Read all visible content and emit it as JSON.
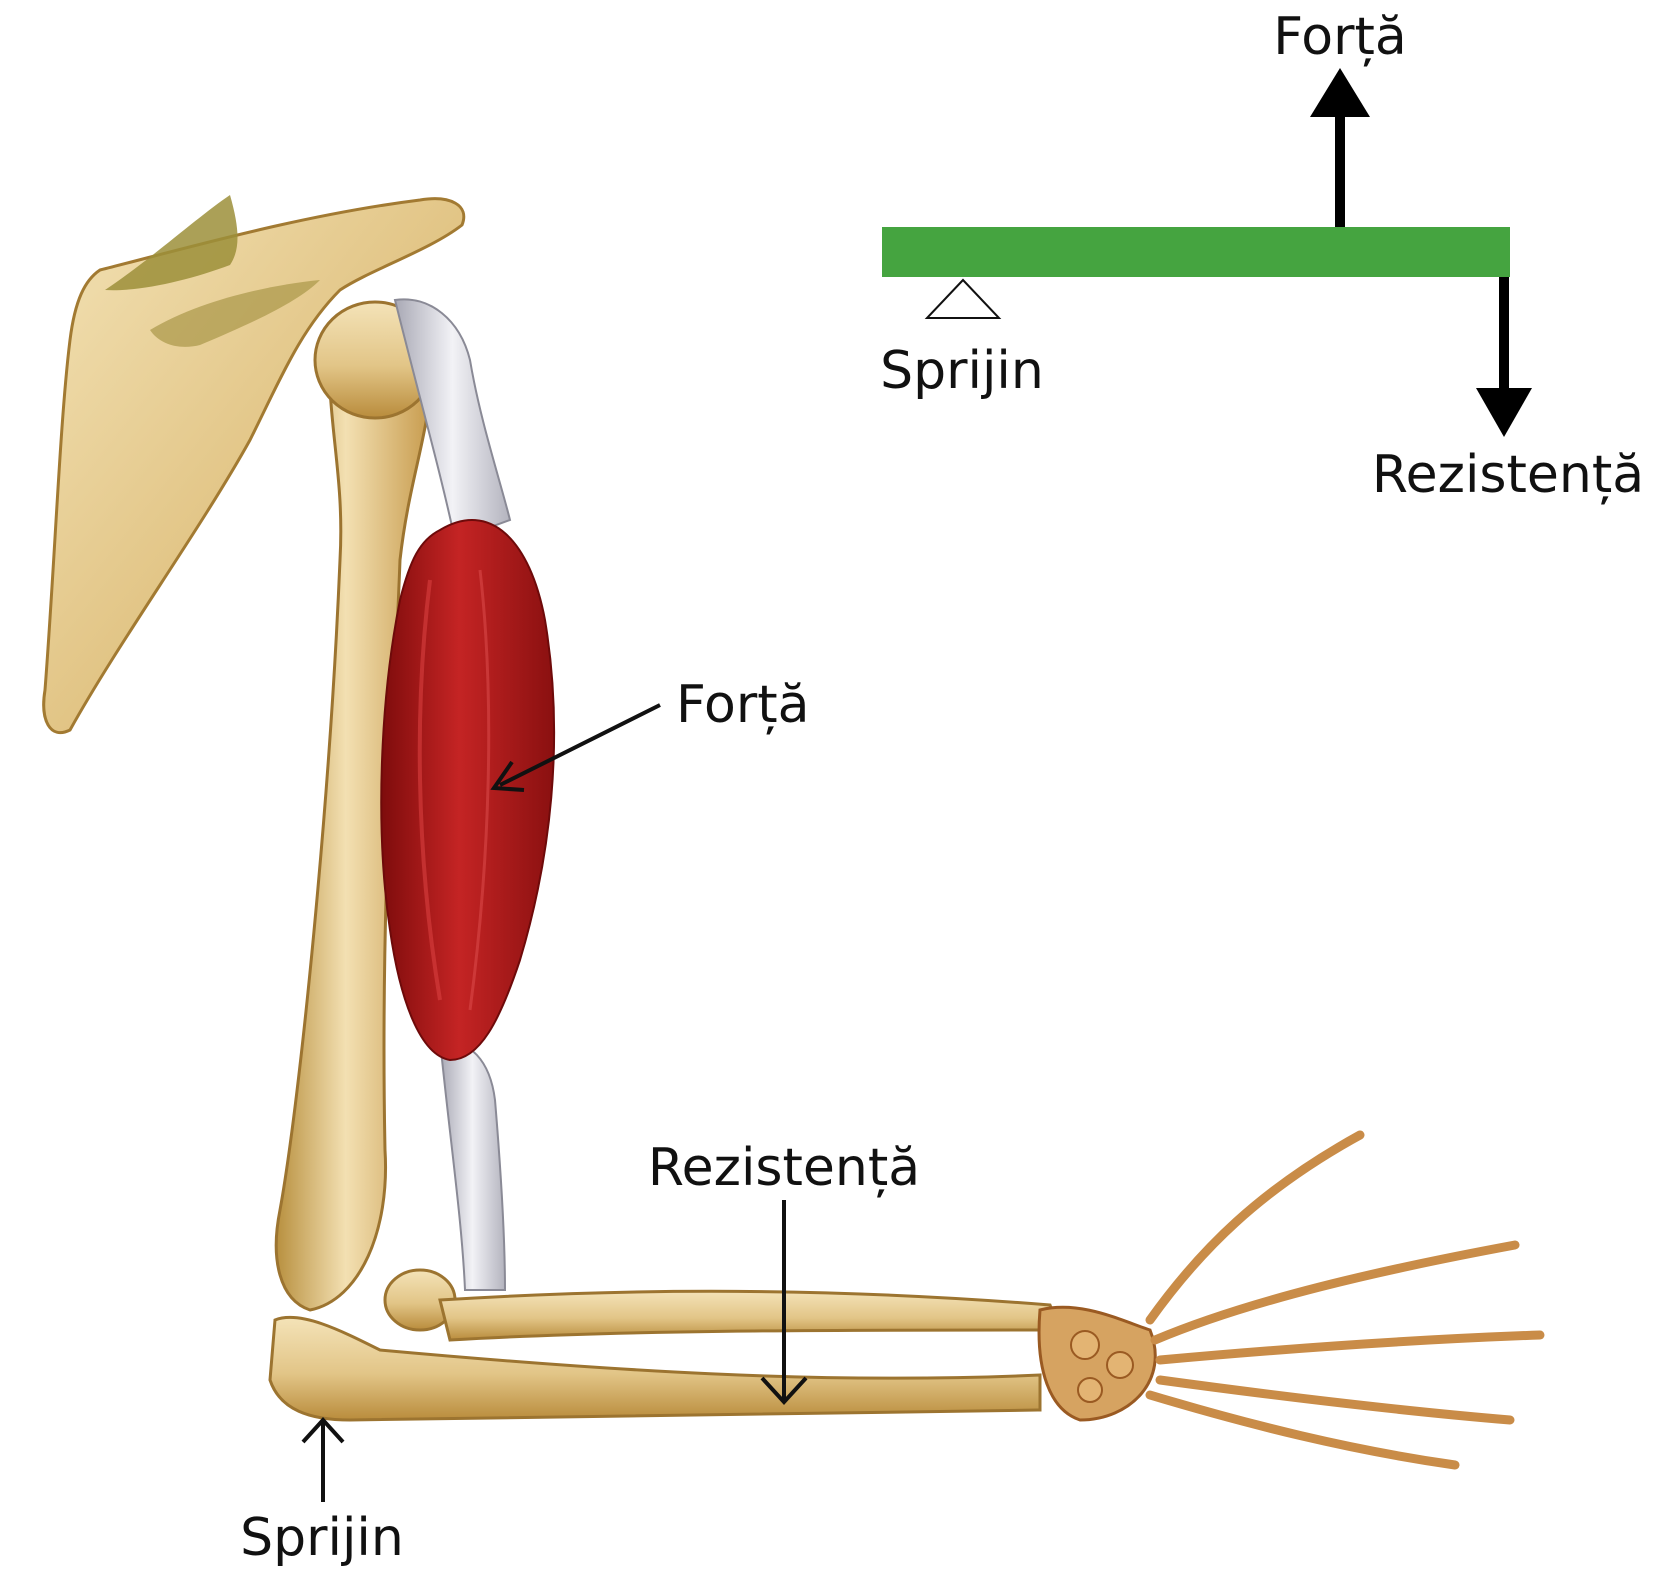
{
  "lever_diagram": {
    "effort_label": "Forță",
    "fulcrum_label": "Sprijin",
    "load_label": "Rezistență",
    "beam_color": "#45a440"
  },
  "arm_illustration": {
    "effort_label": "Forță",
    "load_label": "Rezistență",
    "fulcrum_label": "Sprijin",
    "muscle_color": "#b01818",
    "bone_color": "#e4c98a"
  }
}
